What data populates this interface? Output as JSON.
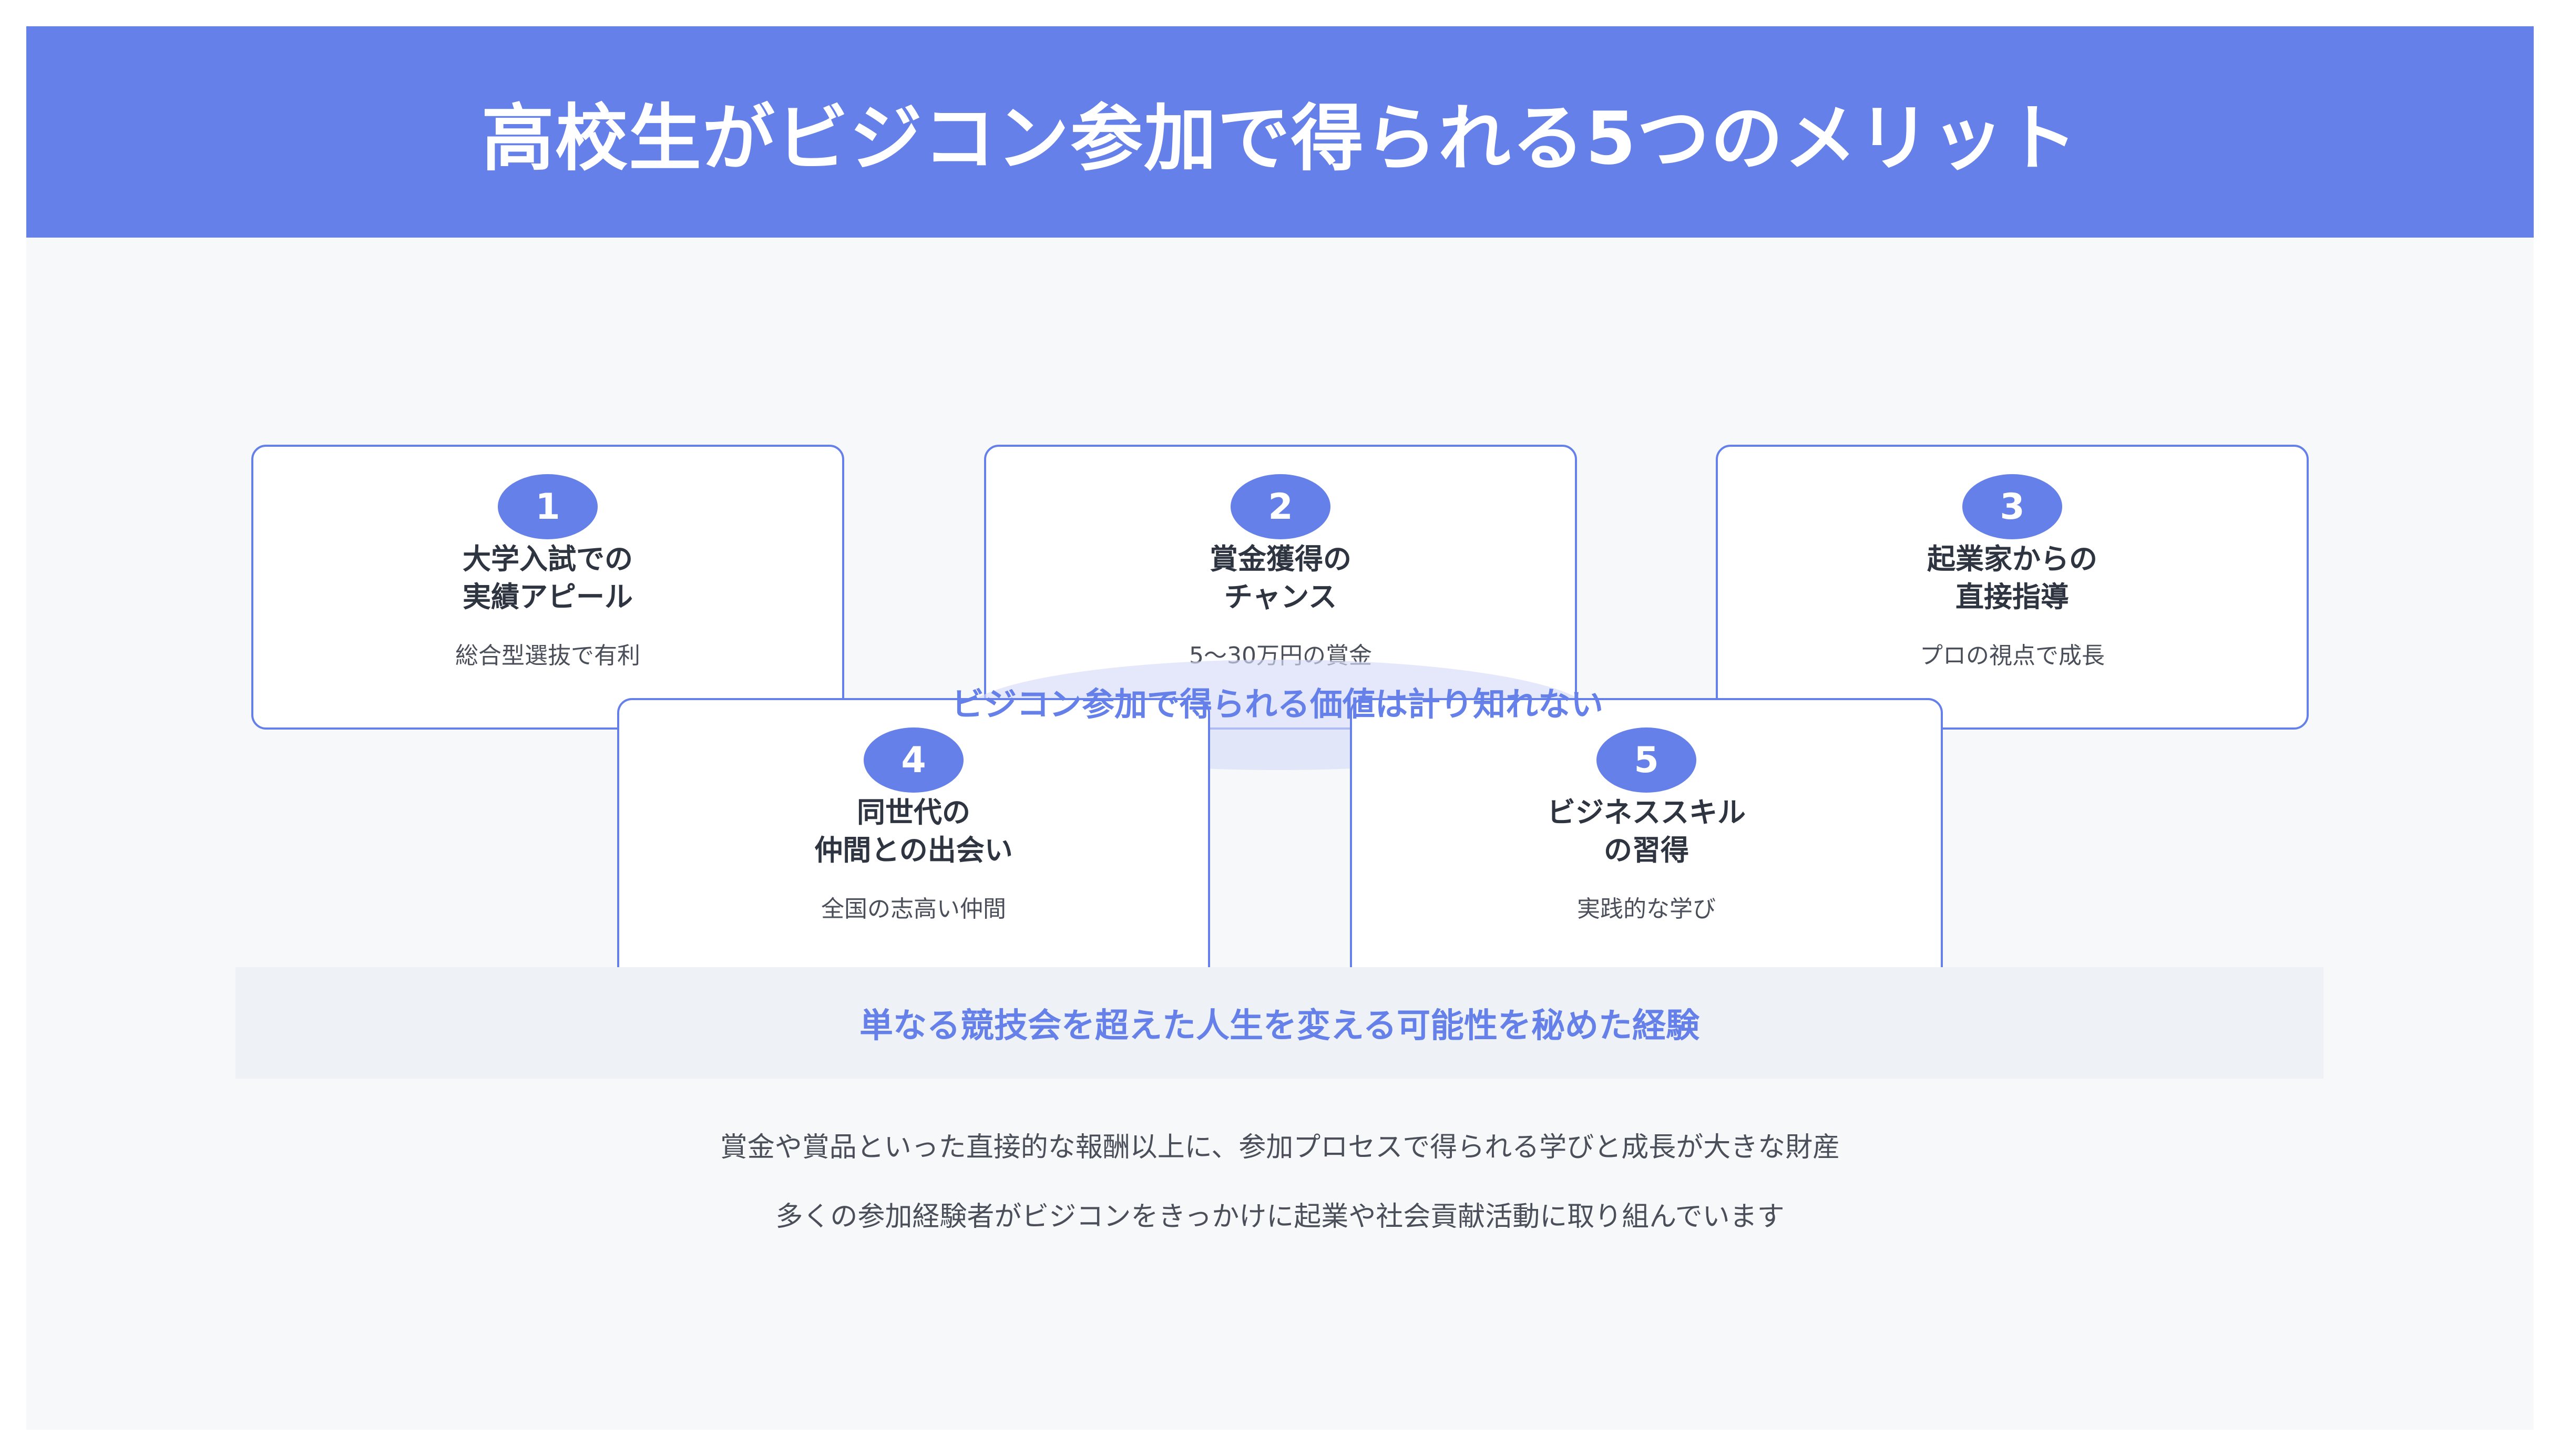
{
  "title": "高校生がビジコン参加で得られる5つのメリット",
  "cards": [
    {
      "number": "1",
      "title_line1": "大学入試での",
      "title_line2": "実績アピール",
      "desc": "総合型選抜で有利"
    },
    {
      "number": "2",
      "title_line1": "賞金獲得の",
      "title_line2": "チャンス",
      "desc": "5〜30万円の賞金"
    },
    {
      "number": "3",
      "title_line1": "起業家からの",
      "title_line2": "直接指導",
      "desc": "プロの視点で成長"
    },
    {
      "number": "4",
      "title_line1": "同世代の",
      "title_line2": "仲間との出会い",
      "desc": "全国の志高い仲間"
    },
    {
      "number": "5",
      "title_line1": "ビジネススキル",
      "title_line2": "の習得",
      "desc": "実践的な学び"
    }
  ],
  "center_text": "ビジコン参加で得られる価値は計り知れない",
  "banner_text": "単なる競技会を超えた人生を変える可能性を秘めた経験",
  "notes": [
    "賞金や賞品といった直接的な報酬以上に、参加プロセスで得られる学びと成長が大きな財産",
    "多くの参加経験者がビジコンをきっかけに起業や社会貢献活動に取り組んでいます"
  ],
  "colors": {
    "accent": "#6680ea",
    "background": "#f7f8fa",
    "banner_background": "#eef2f6",
    "text": "#2e3440"
  }
}
